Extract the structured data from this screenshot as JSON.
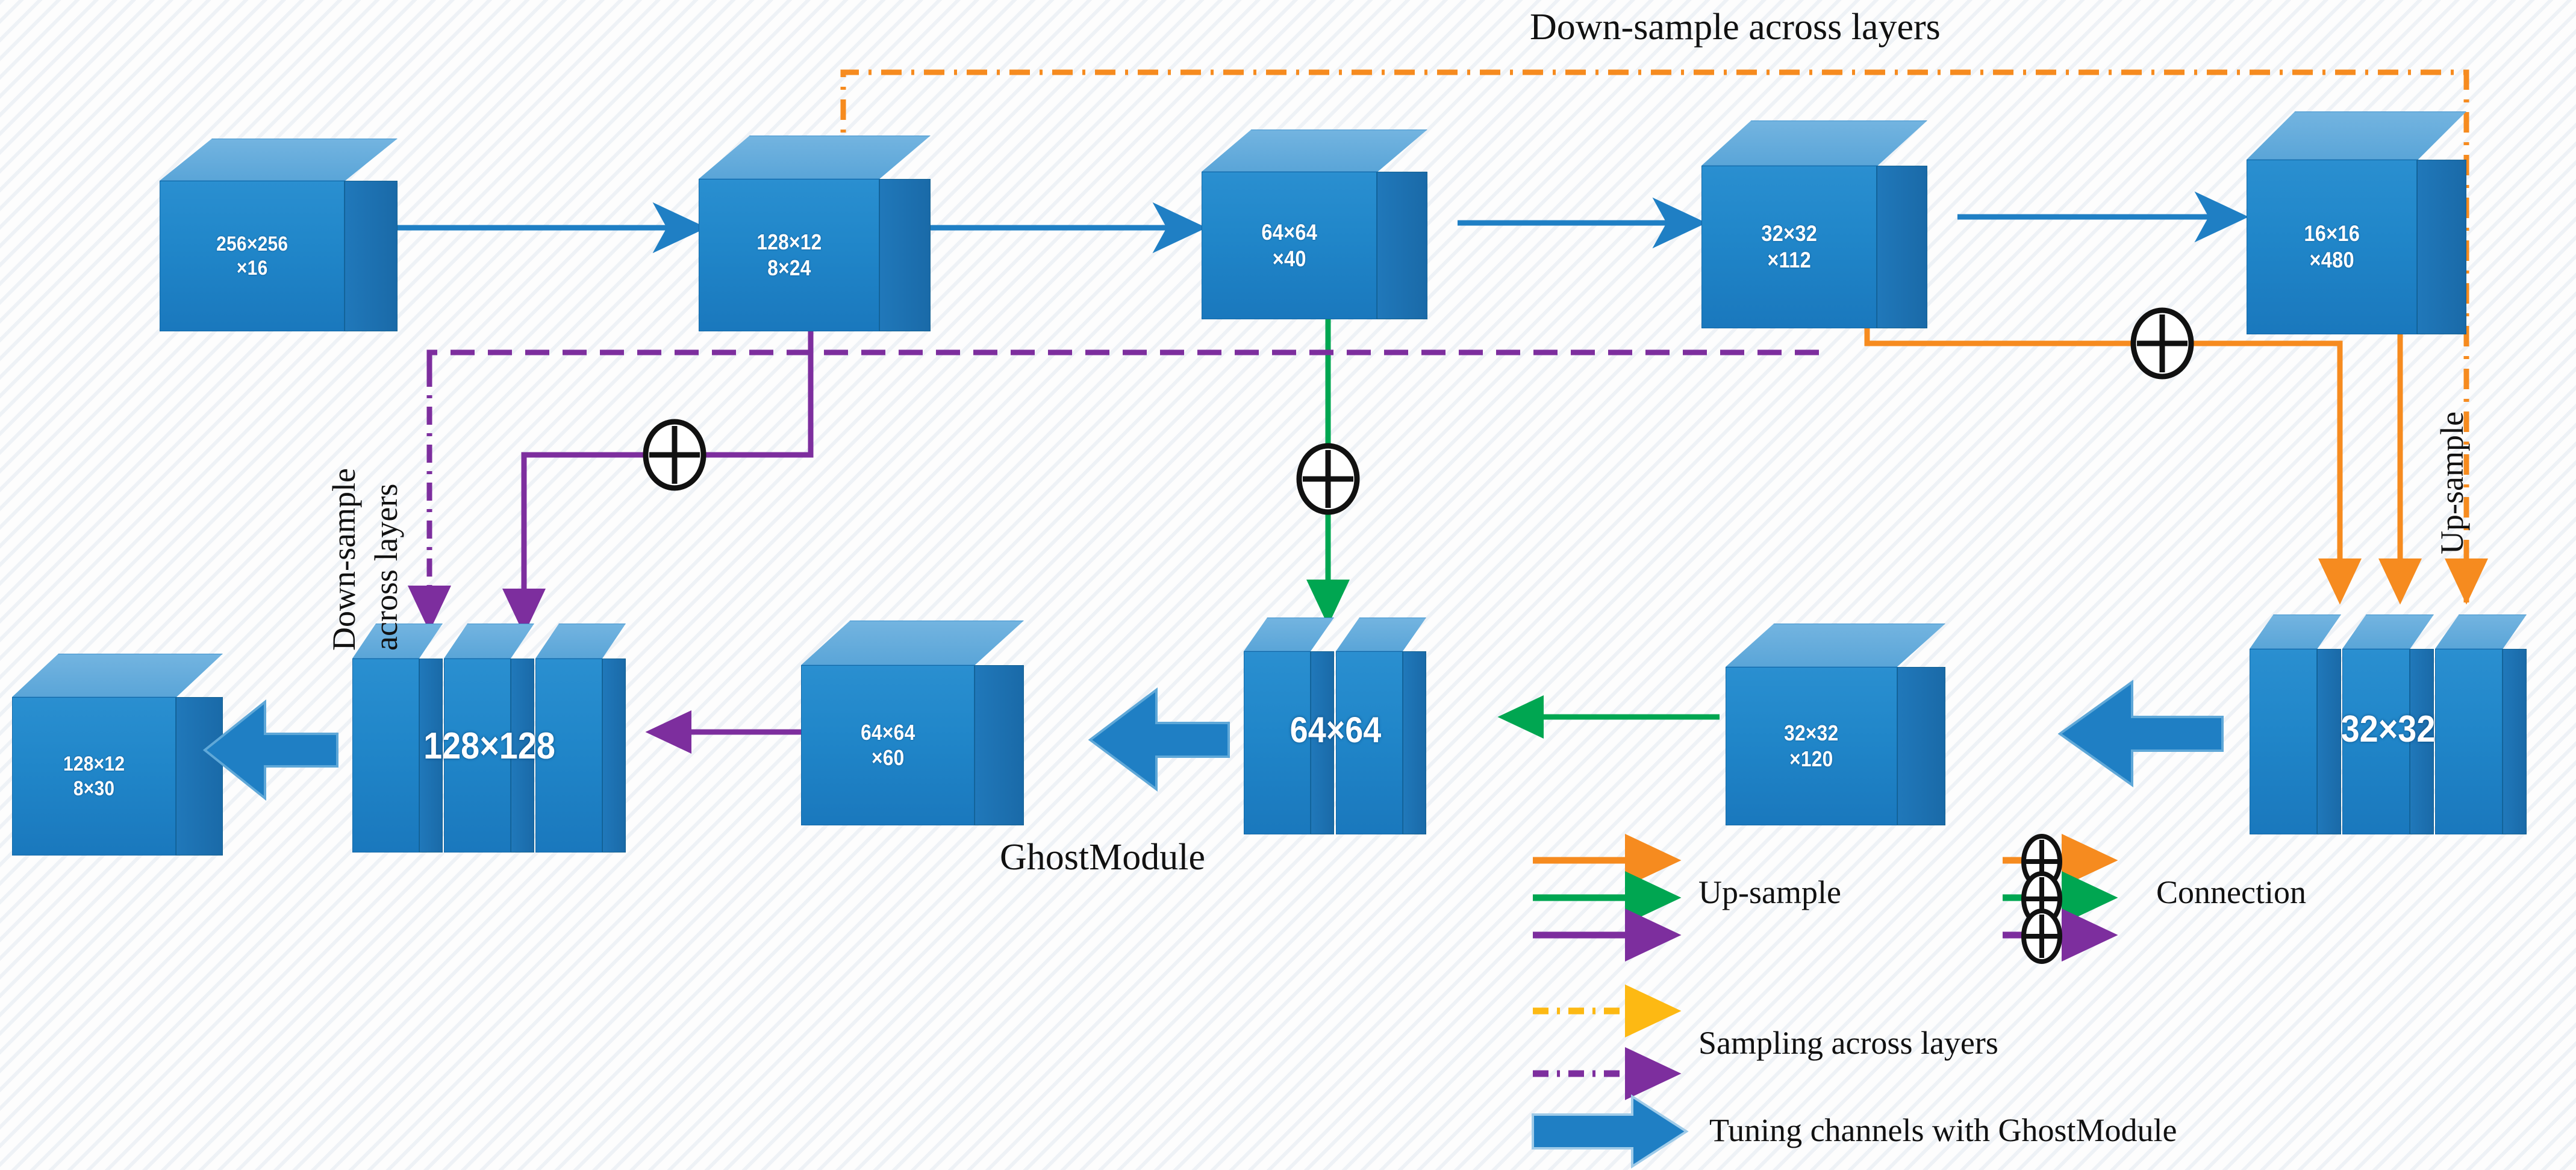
{
  "diagram": {
    "title_top": "Down-sample across layers",
    "label_left_rot_line1": "Down-sample",
    "label_left_rot_line2": "across layers",
    "label_right_rot": "Up-sample",
    "label_ghostmodule": "GhostModule"
  },
  "encoder": {
    "blocks": [
      {
        "id": "enc1",
        "label": "256×256\n×16",
        "dims": [
          256,
          256,
          16
        ]
      },
      {
        "id": "enc2",
        "label": "128×12\n8×24",
        "dims": [
          128,
          128,
          24
        ]
      },
      {
        "id": "enc3",
        "label": "64×64\n×40",
        "dims": [
          64,
          64,
          40
        ]
      },
      {
        "id": "enc4",
        "label": "32×32\n×112",
        "dims": [
          32,
          32,
          112
        ]
      },
      {
        "id": "enc5",
        "label": "16×16\n×480",
        "dims": [
          16,
          16,
          480
        ]
      }
    ]
  },
  "decoder": {
    "blocks": [
      {
        "id": "out",
        "label": "128×12\n8×30",
        "dims": [
          128,
          128,
          30
        ]
      },
      {
        "id": "grp128",
        "label": "128×128",
        "slabs": 3
      },
      {
        "id": "dec64",
        "label": "64×64\n×60",
        "dims": [
          64,
          64,
          60
        ]
      },
      {
        "id": "grp64",
        "label": "64×64",
        "slabs": 2
      },
      {
        "id": "dec32",
        "label": "32×32\n×120",
        "dims": [
          32,
          32,
          120
        ]
      },
      {
        "id": "grp32",
        "label": "32×32",
        "slabs": 3
      }
    ]
  },
  "legend": {
    "items": [
      {
        "id": "upsample",
        "label": "Up-sample",
        "style": "solid-arrow",
        "colors": [
          "#F68B1F",
          "#00A651",
          "#7D2E9E"
        ]
      },
      {
        "id": "connection",
        "label": "Connection",
        "style": "plus-arrow",
        "colors": [
          "#F68B1F",
          "#00A651",
          "#7D2E9E"
        ]
      },
      {
        "id": "sampling",
        "label": "Sampling across layers",
        "style": "dashdot-arrow",
        "colors": [
          "#FDB913",
          "#7D2E9E"
        ]
      },
      {
        "id": "ghost",
        "label": "Tuning channels with GhostModule",
        "style": "block-arrow",
        "colors": [
          "#1F7FC4"
        ]
      }
    ]
  },
  "colors": {
    "cube_blue": "#2086c9",
    "flow_blue": "#1F7FC4",
    "orange": "#F68B1F",
    "yellow": "#FDB913",
    "green": "#00A651",
    "purple": "#7D2E9E",
    "ink": "#111111"
  }
}
